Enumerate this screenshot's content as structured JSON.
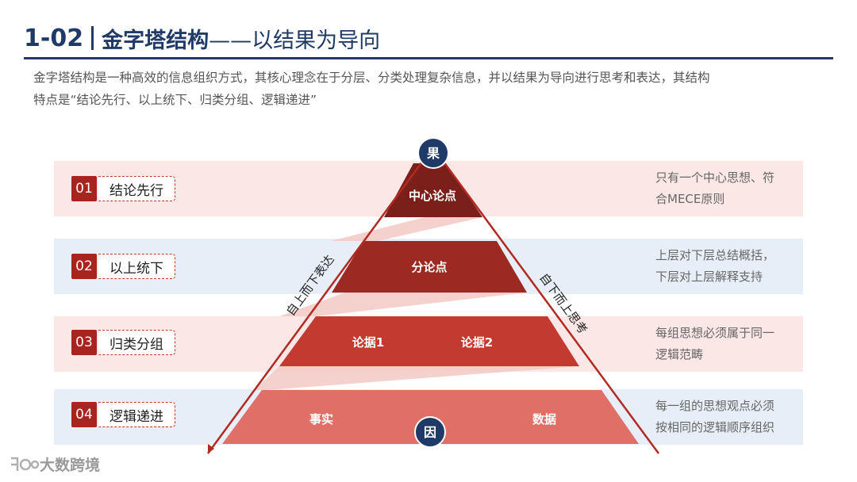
{
  "header": {
    "number": "1-02",
    "title": "金字塔结构",
    "subtitle": "——以结果为导向"
  },
  "intro": {
    "line1": "金字塔结构是一种高效的信息组织方式，其核心理念在于分层、分类处理复杂信息，并以结果为导向进行思考和表达，其结构",
    "line2": "特点是“结论先行、以上统下、归类分组、逻辑递进”"
  },
  "rows": [
    {
      "num": "01",
      "name": "结论先行",
      "desc1": "只有一个中心思想、符",
      "desc2": "合MECE原则"
    },
    {
      "num": "02",
      "name": "以上统下",
      "desc1": "上层对下层总结概括，",
      "desc2": "下层对上层解释支持"
    },
    {
      "num": "03",
      "name": "归类分组",
      "desc1": "每组思想必须属于同一",
      "desc2": "逻辑范畴"
    },
    {
      "num": "04",
      "name": "逻辑递进",
      "desc1": "每一组的思想观点必须",
      "desc2": "按相同的逻辑顺序组织"
    }
  ],
  "pyramid": {
    "top_circle": "果",
    "bottom_circle": "因",
    "level1": "中心论点",
    "level2": "分论点",
    "level3_left": "论据1",
    "level3_right": "论据2",
    "level4_left": "事实",
    "level4_right": "数据",
    "left_arrow": "自上而下表达",
    "right_arrow": "自下而上思考"
  },
  "colors": {
    "navy": "#1f3a66",
    "level1": "#7a1f1a",
    "level2": "#9c2a22",
    "level3": "#c23a30",
    "level4": "#e07067",
    "accent": "#a8241f",
    "pink_band": "#fbe7e5",
    "blue_band": "#e8eef8"
  },
  "watermark": {
    "text": "大数跨境"
  }
}
